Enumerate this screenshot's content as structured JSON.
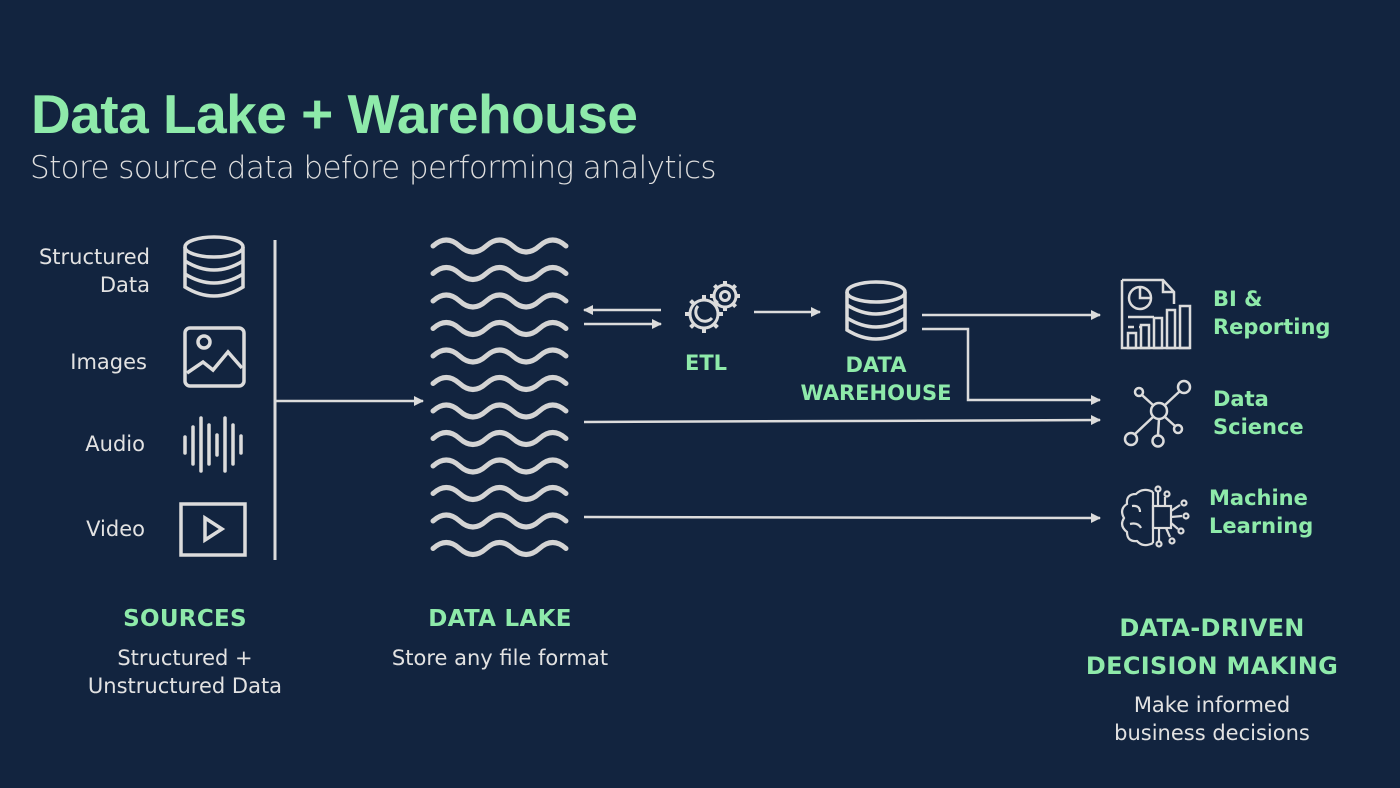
{
  "header": {
    "title": "Data Lake + Warehouse",
    "subtitle": "Store source data before performing analytics"
  },
  "sources": {
    "items": [
      {
        "label_line1": "Structured",
        "label_line2": "Data",
        "icon": "database-icon"
      },
      {
        "label_line1": "Images",
        "label_line2": "",
        "icon": "image-icon"
      },
      {
        "label_line1": "Audio",
        "label_line2": "",
        "icon": "audio-waveform-icon"
      },
      {
        "label_line1": "Video",
        "label_line2": "",
        "icon": "video-play-icon"
      }
    ],
    "heading": "SOURCES",
    "description_line1": "Structured +",
    "description_line2": "Unstructured Data"
  },
  "data_lake": {
    "icon": "waves-icon",
    "wave_rows": 12,
    "heading": "DATA LAKE",
    "description": "Store any file format"
  },
  "etl": {
    "icon": "gears-icon",
    "label": "ETL"
  },
  "warehouse": {
    "icon": "database-icon",
    "label_line1": "DATA",
    "label_line2": "WAREHOUSE"
  },
  "outputs": {
    "items": [
      {
        "label_line1": "BI &",
        "label_line2": "Reporting",
        "icon": "report-chart-icon"
      },
      {
        "label_line1": "Data",
        "label_line2": "Science",
        "icon": "network-nodes-icon"
      },
      {
        "label_line1": "Machine",
        "label_line2": "Learning",
        "icon": "brain-chip-icon"
      }
    ],
    "heading_line1": "DATA-DRIVEN",
    "heading_line2": "DECISION MAKING",
    "description_line1": "Make informed",
    "description_line2": "business decisions"
  },
  "colors": {
    "background": "#12243f",
    "accent": "#8eeaaa",
    "text": "#e2e2e2",
    "line": "#dcdcdc"
  }
}
